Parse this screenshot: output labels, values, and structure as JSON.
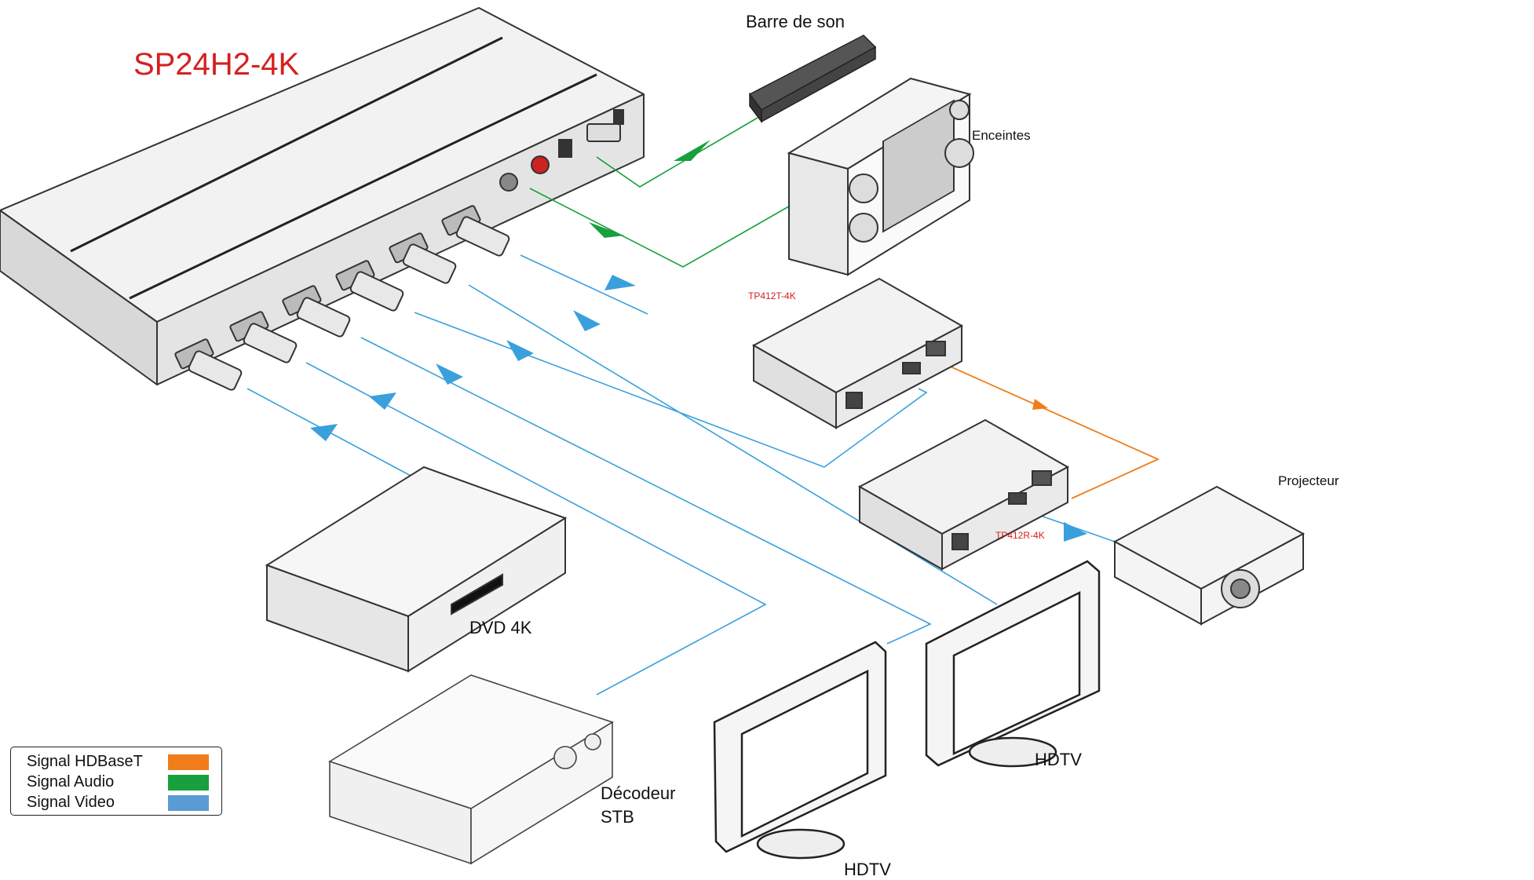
{
  "title": "SP24H2-4K",
  "devices": {
    "soundbar": "Barre de son",
    "speakers": "Enceintes",
    "transmitter": "TP412T-4K",
    "receiver": "TP412R-4K",
    "projector": "Projecteur",
    "dvd": "DVD 4K",
    "decoder_line1": "Décodeur",
    "decoder_line2": "STB",
    "hdtv_right": "HDTV",
    "hdtv_bottom": "HDTV"
  },
  "legend": {
    "items": [
      {
        "label": "Signal HDBaseT",
        "color": "#f07d1a"
      },
      {
        "label": "Signal Audio",
        "color": "#18a03c"
      },
      {
        "label": "Signal Video",
        "color": "#5b9bd5"
      }
    ]
  },
  "colors": {
    "title": "#d42020",
    "video_line": "#3aa0dc",
    "audio_line": "#18a03c",
    "hdbaset_line": "#f07d1a"
  }
}
